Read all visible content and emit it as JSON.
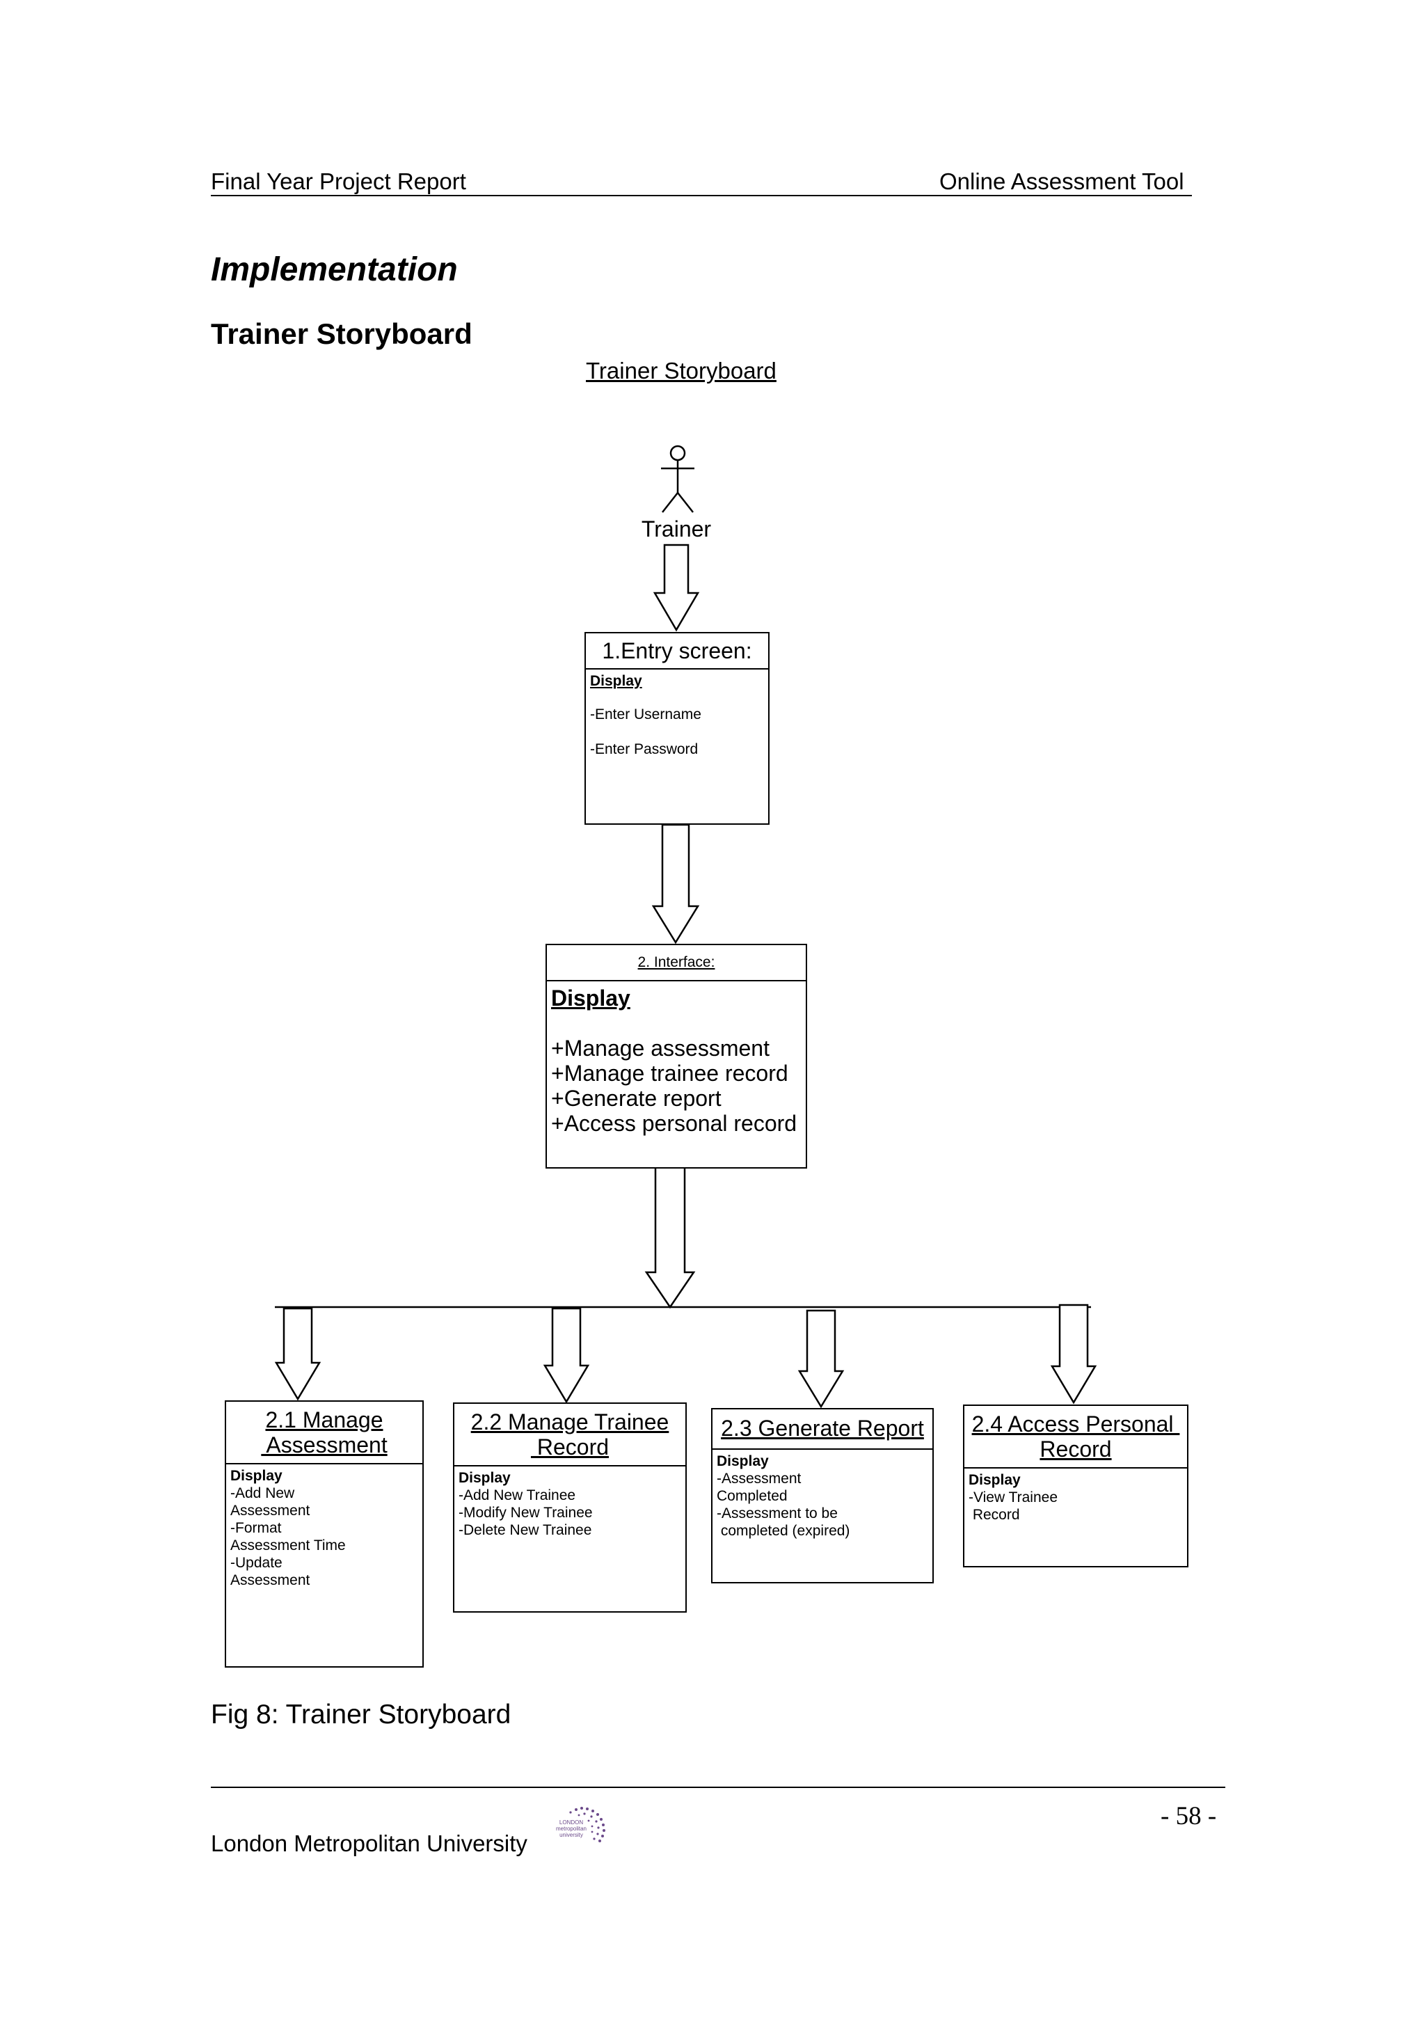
{
  "header": {
    "left": "Final Year Project Report",
    "right": "Online Assessment Tool"
  },
  "section_title": "Implementation",
  "subsection_title": "Trainer Storyboard",
  "diagram": {
    "title": "Trainer Storyboard",
    "actor": "Trainer",
    "entry": {
      "title": "1.Entry screen:",
      "display": "Display",
      "items": [
        "-Enter Username",
        "-Enter Password"
      ]
    },
    "interface": {
      "title": "2. Interface:",
      "display": "Display",
      "items": [
        "+Manage assessment",
        "+Manage trainee record",
        "+Generate report",
        "+Access personal record"
      ]
    },
    "boxes": [
      {
        "title_lines": [
          "2.1 Manage",
          " Assessment"
        ],
        "display": "Display",
        "items": [
          "-Add New",
          "Assessment",
          "-Format",
          "Assessment Time",
          "-Update",
          "Assessment"
        ]
      },
      {
        "title_lines": [
          "2.2 Manage Trainee",
          " Record"
        ],
        "display": "Display",
        "items": [
          "-Add New Trainee",
          "-Modify New Trainee",
          "-Delete New Trainee"
        ]
      },
      {
        "title_lines": [
          "2.3 Generate Report"
        ],
        "display": "Display",
        "items": [
          "-Assessment",
          "Completed",
          "-Assessment to be",
          " completed (expired)"
        ]
      },
      {
        "title_lines": [
          "2.4 Access Personal ",
          "Record"
        ],
        "display": "Display",
        "items": [
          "-View Trainee",
          " Record"
        ]
      }
    ]
  },
  "caption": "Fig 8: Trainer Storyboard",
  "footer": {
    "university": "London Metropolitan University",
    "page_number": "- 58 -",
    "logo_text": [
      "LONDON",
      "metropolitan",
      "university"
    ]
  }
}
